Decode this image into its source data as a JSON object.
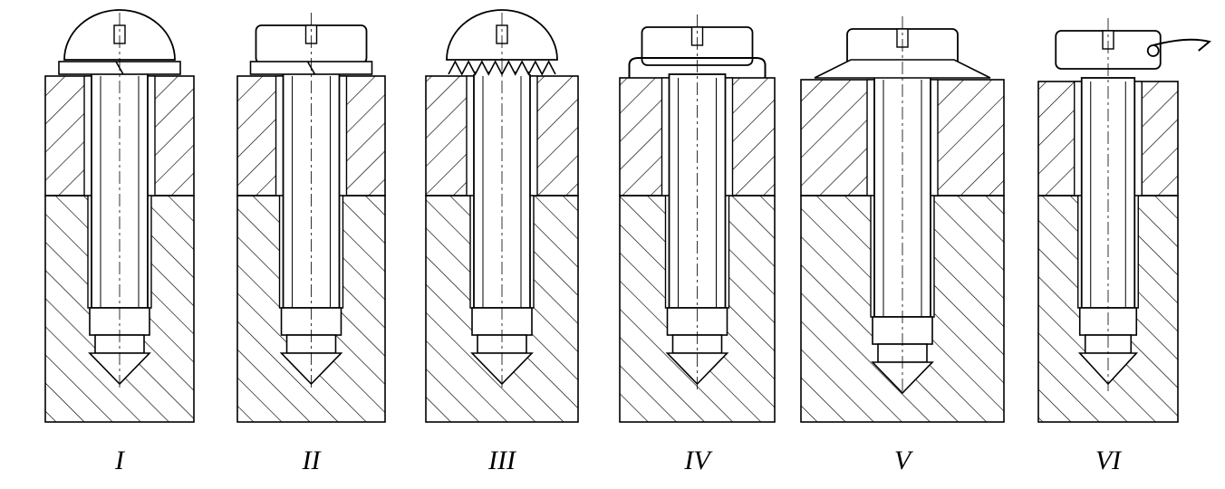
{
  "figure": {
    "panels": [
      {
        "label": "I",
        "head": "round",
        "locking": "split-washer"
      },
      {
        "label": "II",
        "head": "cheese",
        "locking": "split-washer"
      },
      {
        "label": "III",
        "head": "round",
        "locking": "toothed-washer"
      },
      {
        "label": "IV",
        "head": "cheese",
        "locking": "tab-washer"
      },
      {
        "label": "V",
        "head": "cheese",
        "locking": "conical-washer"
      },
      {
        "label": "VI",
        "head": "cheese",
        "locking": "lock-wire"
      }
    ],
    "colors": {
      "ink": "#000000",
      "paper": "#ffffff"
    }
  }
}
